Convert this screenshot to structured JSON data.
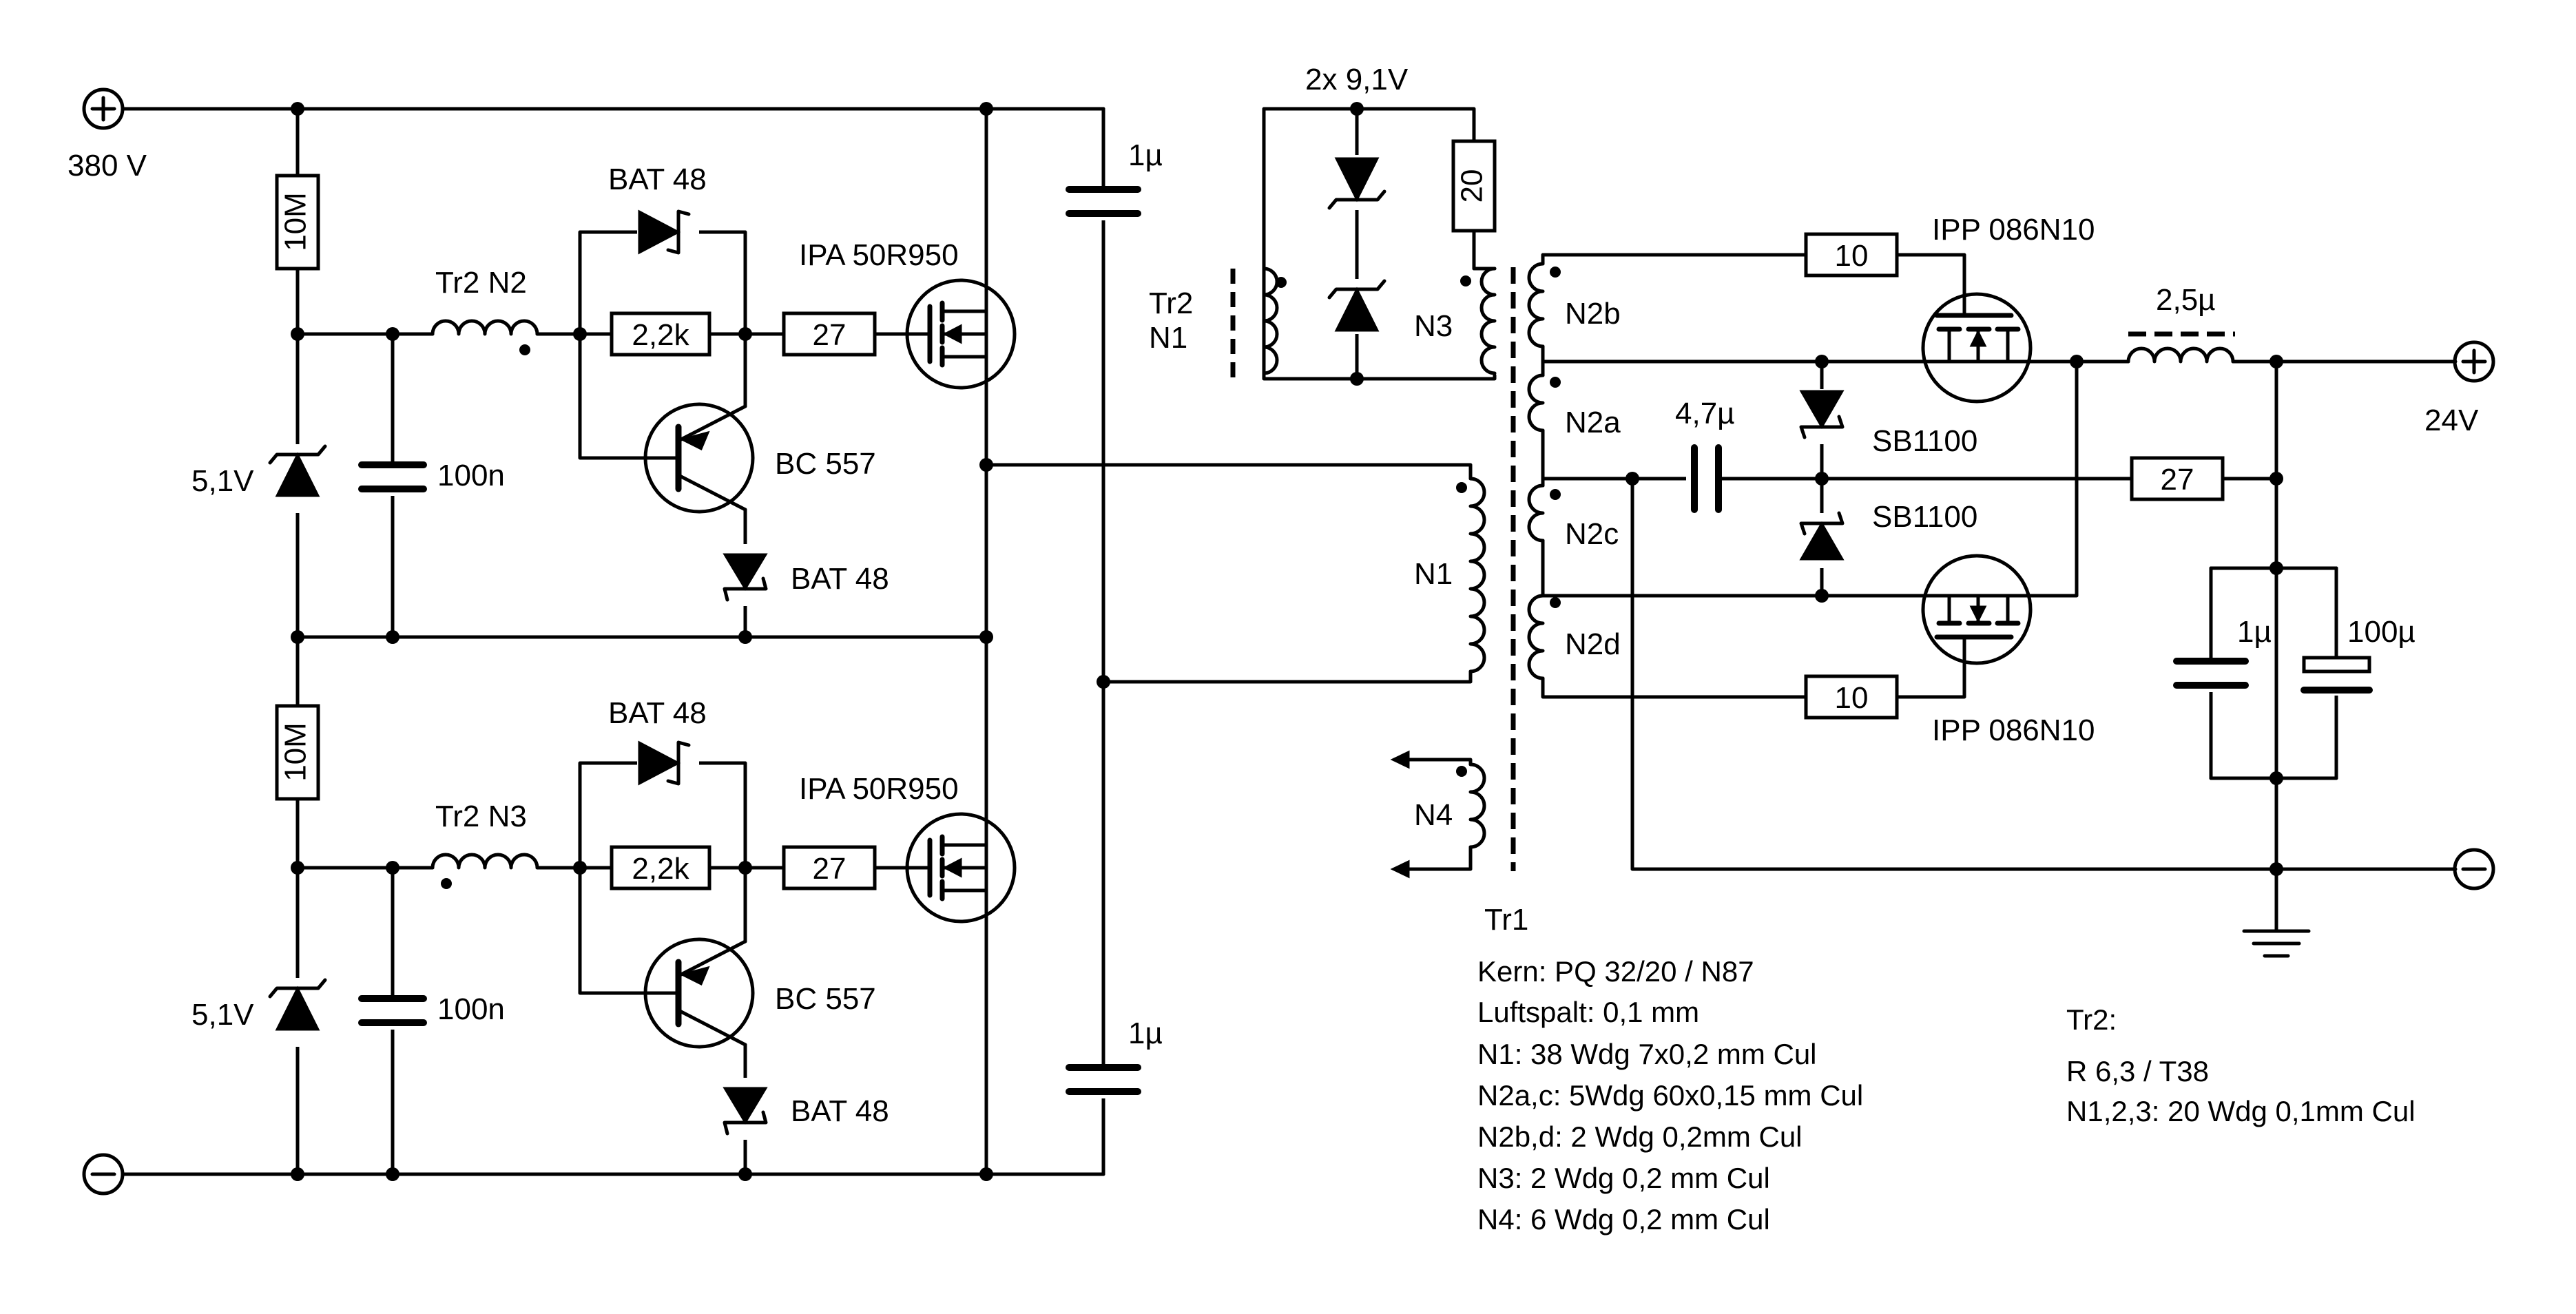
{
  "terminals": {
    "plus_in": "380 V",
    "plus_out": "24V"
  },
  "left": {
    "r_10m_top": "10M",
    "r_10m_bot": "10M",
    "tr2_n2": "Tr2 N2",
    "tr2_n3": "Tr2 N3",
    "bat48_top_a": "BAT 48",
    "bat48_top_b": "BAT 48",
    "bat48_bot_a": "BAT 48",
    "bat48_bot_b": "BAT 48",
    "r_2k2_top": "2,2k",
    "r_2k2_bot": "2,2k",
    "r_27_top": "27",
    "r_27_bot": "27",
    "mosfet_top": "IPA 50R950",
    "mosfet_bot": "IPA 50R950",
    "bjt_top": "BC 557",
    "bjt_bot": "BC 557",
    "zener_top": "5,1V",
    "zener_bot": "5,1V",
    "cap_top": "100n",
    "cap_bot": "100n",
    "cap_1u_top": "1µ",
    "cap_1u_bot": "1µ"
  },
  "drive": {
    "zener_pair": "2x 9,1V",
    "r_20": "20",
    "tr2_n1_a": "Tr2",
    "tr2_n1_b": "N1",
    "n3": "N3"
  },
  "tr1": {
    "n1": "N1",
    "n4": "N4",
    "n2b": "N2b",
    "n2a": "N2a",
    "n2c": "N2c",
    "n2d": "N2d",
    "name": "Tr1"
  },
  "right": {
    "r_10_top": "10",
    "r_10_bot": "10",
    "mosfet_top": "IPP 086N10",
    "mosfet_bot": "IPP 086N10",
    "cap_4u7": "4,7µ",
    "sb_top": "SB1100",
    "sb_bot": "SB1100",
    "inductor": "2,5µ",
    "r_27": "27",
    "cap_1u": "1µ",
    "cap_100u": "100µ"
  },
  "notes": {
    "tr1": [
      "Kern: PQ 32/20 / N87",
      "Luftspalt: 0,1 mm",
      "N1: 38 Wdg 7x0,2 mm Cul",
      "N2a,c: 5Wdg 60x0,15 mm Cul",
      "N2b,d: 2 Wdg 0,2mm Cul",
      "N3: 2 Wdg 0,2 mm Cul",
      "N4: 6 Wdg 0,2 mm Cul"
    ],
    "tr2": [
      "Tr2:",
      "R 6,3 / T38",
      "N1,2,3: 20 Wdg 0,1mm Cul"
    ]
  }
}
